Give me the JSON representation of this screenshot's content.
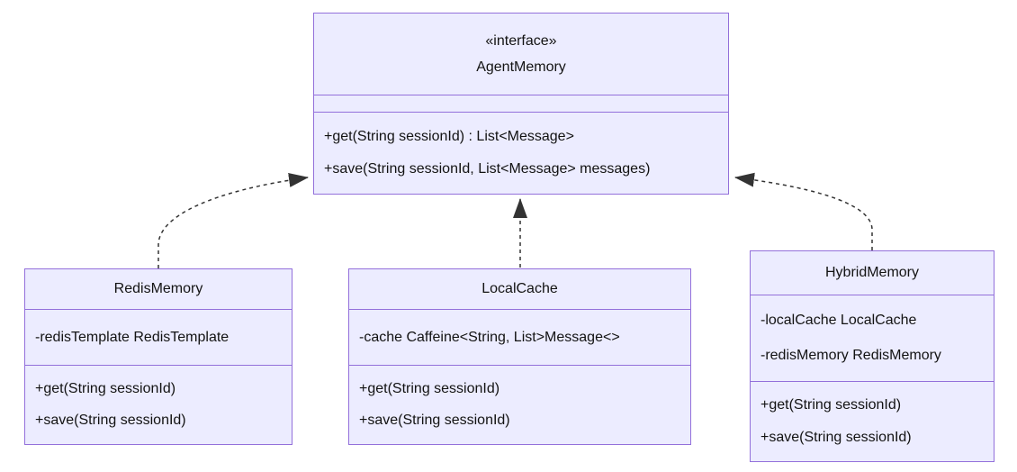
{
  "diagram": {
    "type": "uml-class-diagram",
    "colors": {
      "box_fill": "#ECECFF",
      "box_border": "#9370DB",
      "arrow": "#333333",
      "text": "#131313",
      "background": "#ffffff"
    },
    "classes": [
      {
        "id": "AgentMemory",
        "stereotype": "«interface»",
        "name": "AgentMemory",
        "fields": [],
        "methods": [
          "+get(String sessionId) : List<Message>",
          "+save(String sessionId, List<Message> messages)"
        ]
      },
      {
        "id": "RedisMemory",
        "name": "RedisMemory",
        "fields": [
          "-redisTemplate RedisTemplate"
        ],
        "methods": [
          "+get(String sessionId)",
          "+save(String sessionId)"
        ]
      },
      {
        "id": "LocalCache",
        "name": "LocalCache",
        "fields": [
          "-cache Caffeine<String, List>Message<>"
        ],
        "methods": [
          "+get(String sessionId)",
          "+save(String sessionId)"
        ]
      },
      {
        "id": "HybridMemory",
        "name": "HybridMemory",
        "fields": [
          "-localCache LocalCache",
          "-redisMemory RedisMemory"
        ],
        "methods": [
          "+get(String sessionId)",
          "+save(String sessionId)"
        ]
      }
    ],
    "relations": [
      {
        "from": "RedisMemory",
        "to": "AgentMemory",
        "type": "realization",
        "style": "dashed-filled-triangle"
      },
      {
        "from": "LocalCache",
        "to": "AgentMemory",
        "type": "realization",
        "style": "dashed-filled-triangle"
      },
      {
        "from": "HybridMemory",
        "to": "AgentMemory",
        "type": "realization",
        "style": "dashed-filled-triangle"
      }
    ]
  }
}
